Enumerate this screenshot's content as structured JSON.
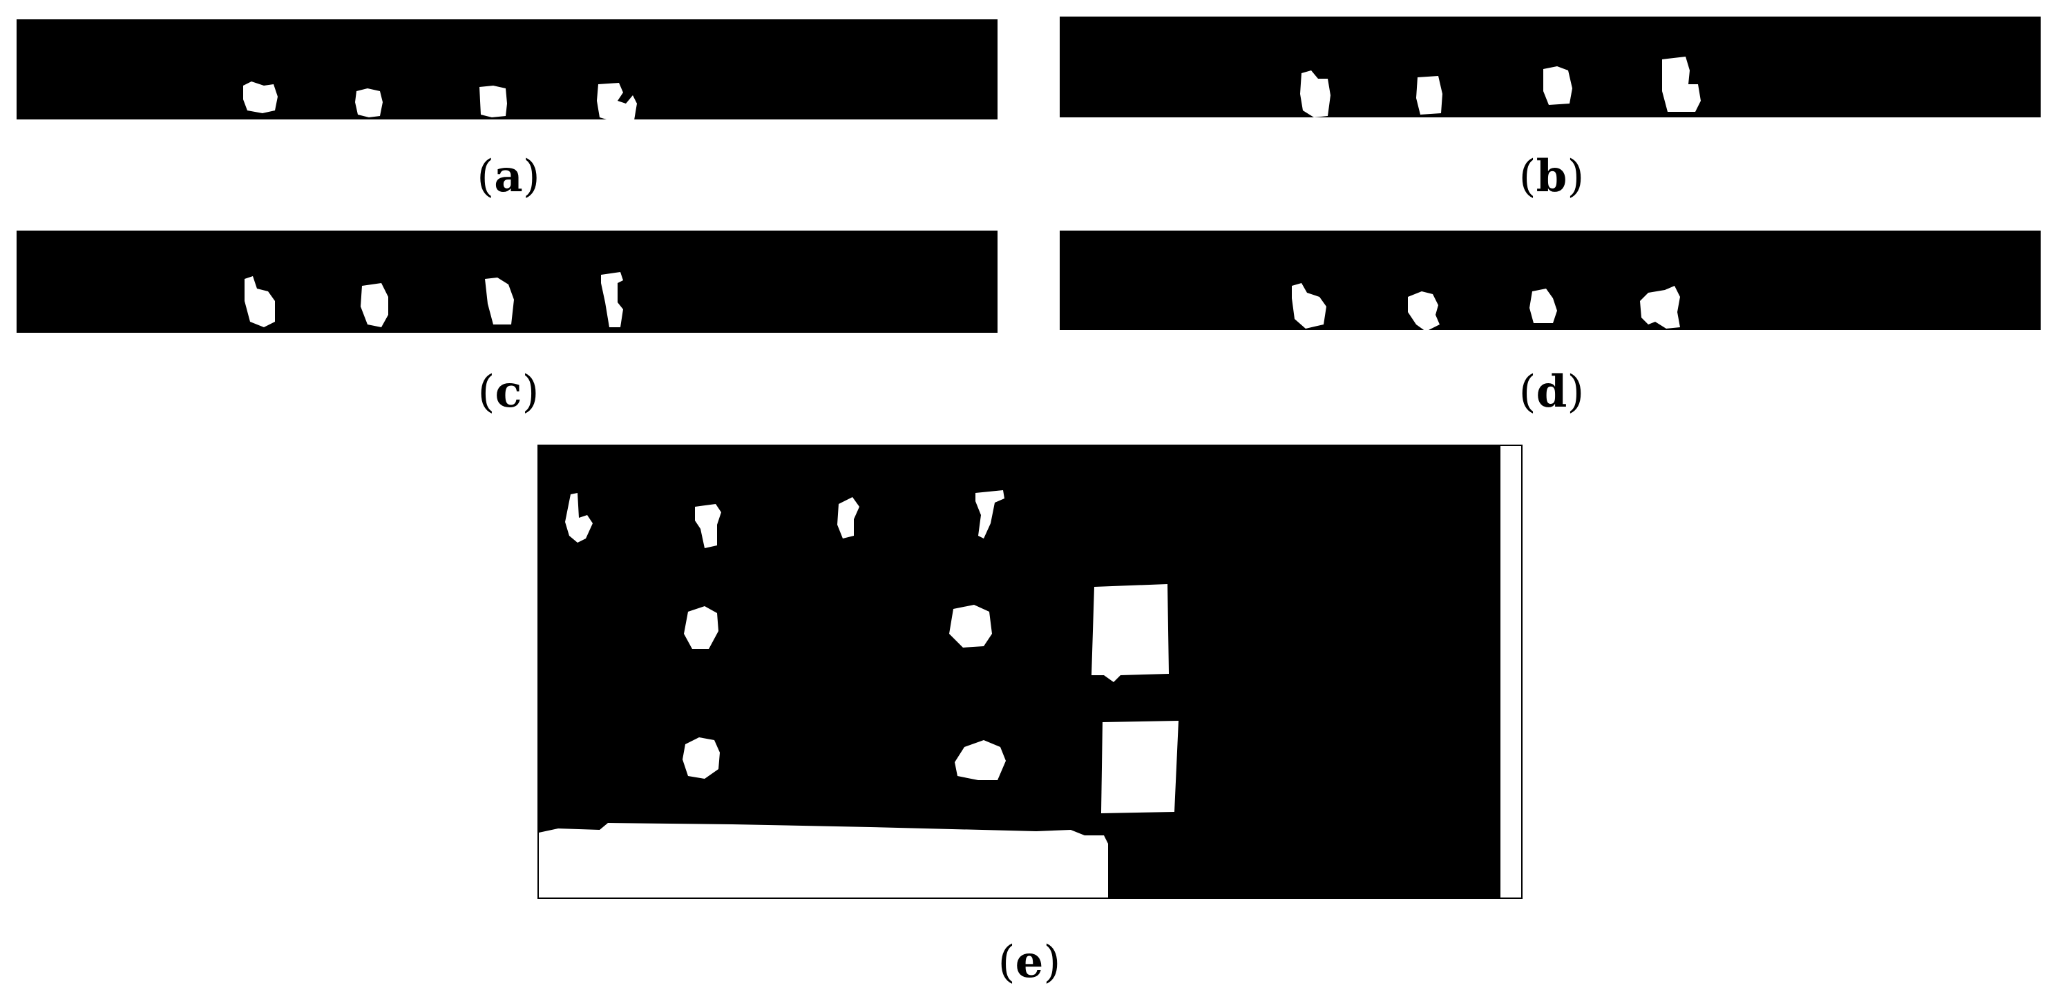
{
  "figure": {
    "panels": [
      {
        "id": "a",
        "label_open": "(",
        "letter": "a",
        "label_close": ")"
      },
      {
        "id": "b",
        "label_open": "(",
        "letter": "b",
        "label_close": ")"
      },
      {
        "id": "c",
        "label_open": "(",
        "letter": "c",
        "label_close": ")"
      },
      {
        "id": "d",
        "label_open": "(",
        "letter": "d",
        "label_close": ")"
      },
      {
        "id": "e",
        "label_open": "(",
        "letter": "e",
        "label_close": ")"
      }
    ],
    "colors": {
      "background": "#000000",
      "foreground": "#ffffff"
    }
  }
}
